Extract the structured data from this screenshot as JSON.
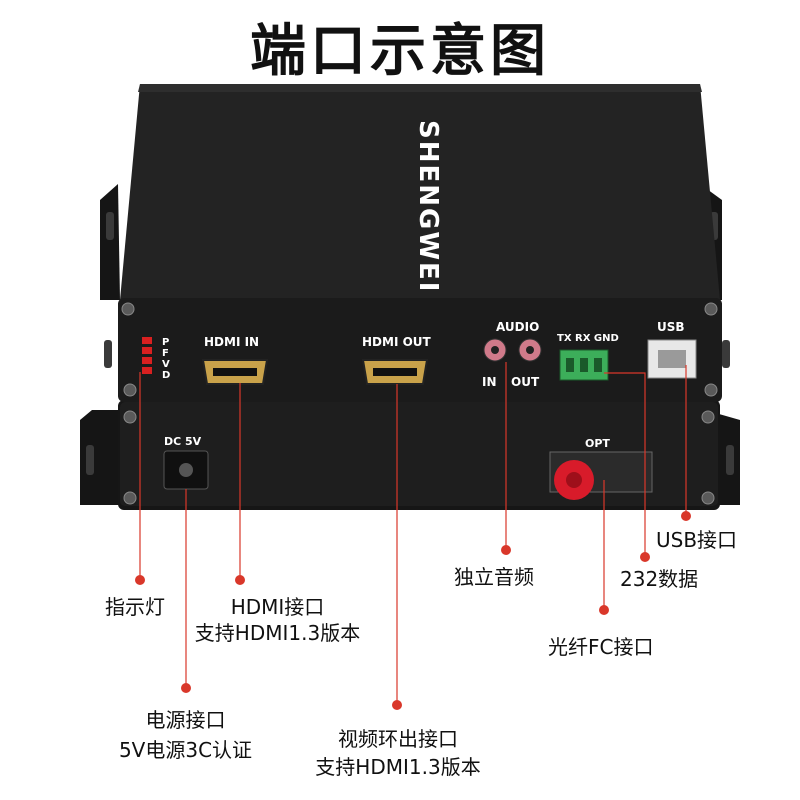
{
  "title": "端口示意图",
  "brand": "SHENGWEI",
  "device": {
    "led_letters": [
      "P",
      "F",
      "V",
      "D"
    ],
    "hdmi_in": "HDMI IN",
    "hdmi_out": "HDMI OUT",
    "audio": "AUDIO",
    "audio_in": "IN",
    "audio_out": "OUT",
    "serial": "TX RX GND",
    "usb": "USB",
    "dc": "DC 5V",
    "opt": "OPT"
  },
  "callouts": {
    "indicator": "指示灯",
    "hdmi_in_1": "HDMI接口",
    "hdmi_in_2": "支持HDMI1.3版本",
    "power_1": "电源接口",
    "power_2": "5V电源3C认证",
    "loop_1": "视频环出接口",
    "loop_2": "支持HDMI1.3版本",
    "audio": "独立音频",
    "usb": "USB接口",
    "serial": "232数据",
    "fiber": "光纤FC接口"
  },
  "colors": {
    "line": "#d9372a",
    "dot": "#d9372a",
    "chassis": "#1c1c1c"
  }
}
